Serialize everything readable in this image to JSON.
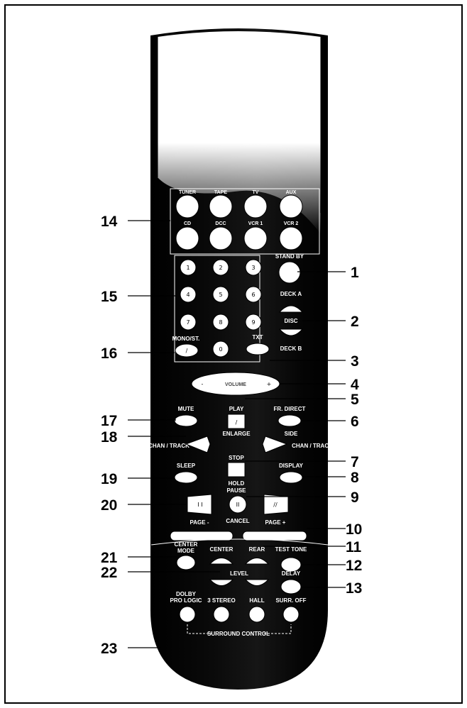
{
  "callouts": {
    "c1": "1",
    "c2": "2",
    "c3": "3",
    "c4": "4",
    "c5": "5",
    "c6": "6",
    "c7": "7",
    "c8": "8",
    "c9": "9",
    "c10": "10",
    "c11": "11",
    "c12": "12",
    "c13": "13",
    "c14": "14",
    "c15": "15",
    "c16": "16",
    "c17": "17",
    "c18": "18",
    "c19": "19",
    "c20": "20",
    "c21": "21",
    "c22": "22",
    "c23": "23"
  },
  "source_buttons": {
    "tuner": "TUNER",
    "tape": "TAPE",
    "tv": "TV",
    "aux": "AUX",
    "cd": "CD",
    "tv_row2": "DCC",
    "vcr1": "VCR 1",
    "vcr2": "VCR 2"
  },
  "labels": {
    "standby": "STAND BY",
    "deck_a": "DECK A",
    "disc": "DISC",
    "deck_b": "DECK B",
    "mono_st": "MONO/ST.",
    "txt": "TXT",
    "volume": "VOLUME",
    "mute": "MUTE",
    "play": "PLAY",
    "fr_direct": "FR. DIRECT",
    "side": "SIDE",
    "enlarge": "ENLARGE",
    "chan_track_left": "CHAN / TRACK",
    "chan_track_right": "CHAN / TRACK",
    "stop": "STOP",
    "sleep": "SLEEP",
    "display": "DISPLAY",
    "hold": "HOLD",
    "pause": "PAUSE",
    "page_minus": "PAGE -",
    "page_plus": "PAGE +",
    "cancel": "CANCEL",
    "center_mode": "CENTER MODE",
    "center": "CENTER",
    "rear": "REAR",
    "test_tone": "TEST TONE",
    "level": "LEVEL",
    "delay": "DELAY",
    "dolby_pro_logic": "DOLBY PRO LOGIC",
    "three_stereo": "3 STEREO",
    "hall": "HALL",
    "surr_off": "SURR. OFF",
    "surround_control": "SURROUND CONTROL"
  },
  "keypad": [
    "1",
    "2",
    "3",
    "4",
    "5",
    "6",
    "7",
    "8",
    "9",
    "0"
  ]
}
